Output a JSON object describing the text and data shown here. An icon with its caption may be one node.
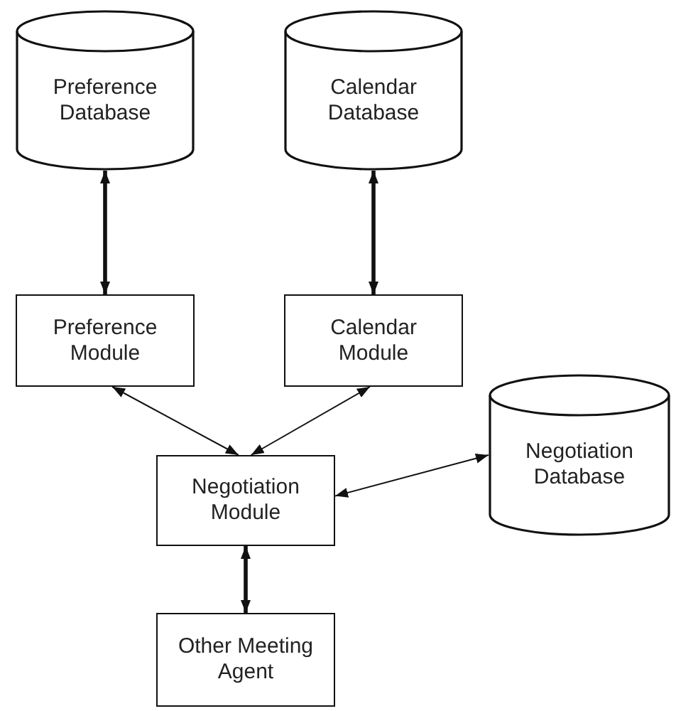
{
  "diagram": {
    "nodes": [
      {
        "text": [
          "Preference Database"
        ]
      },
      {
        "text": [
          "Calendar Database"
        ]
      },
      {
        "text": [
          "Preference Module"
        ]
      },
      {
        "text": [
          "Calendar Module"
        ]
      },
      {
        "text": [
          "Negotiation Database"
        ]
      },
      {
        "text": [
          "Negotiation Module"
        ]
      },
      {
        "text": [
          "Other Meeting Agent"
        ]
      }
    ],
    "edges": [
      {
        "from": 0,
        "to": 2,
        "arrow": "both",
        "style": "thick"
      },
      {
        "from": 1,
        "to": 3,
        "arrow": "both",
        "style": "thick"
      },
      {
        "from": 2,
        "to": 5,
        "arrow": "both"
      },
      {
        "from": 3,
        "to": 5,
        "arrow": "both"
      },
      {
        "from": 5,
        "to": 4,
        "arrow": "both"
      },
      {
        "from": 5,
        "to": 6,
        "arrow": "both",
        "style": "thick"
      }
    ]
  }
}
